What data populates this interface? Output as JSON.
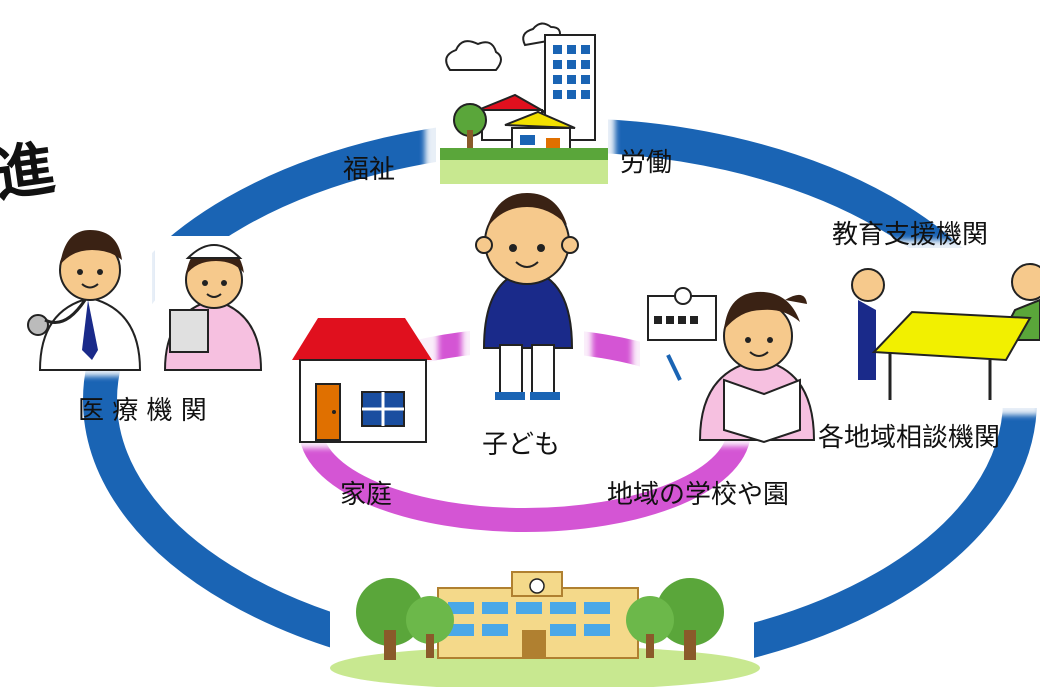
{
  "heading_fragment": "進",
  "labels": {
    "welfare": "福祉",
    "labor": "労働",
    "education_support": "教育支援機関",
    "medical": "医 療 機 関",
    "child": "子ども",
    "home": "家庭",
    "local_school": "地域の学校や園",
    "local_consult": "各地域相談機関"
  },
  "colors": {
    "outer_ring": "#1a64b4",
    "inner_ring": "#d455d4",
    "roof_red": "#e0101e",
    "shirt_navy": "#1a2a8a",
    "table_yellow": "#f2f000",
    "tree_green": "#5aa63a"
  },
  "icons": [
    "town-icon",
    "doctor-icon",
    "nurse-icon",
    "child-icon",
    "house-icon",
    "teacher-icon",
    "meeting-icon",
    "school-icon"
  ]
}
